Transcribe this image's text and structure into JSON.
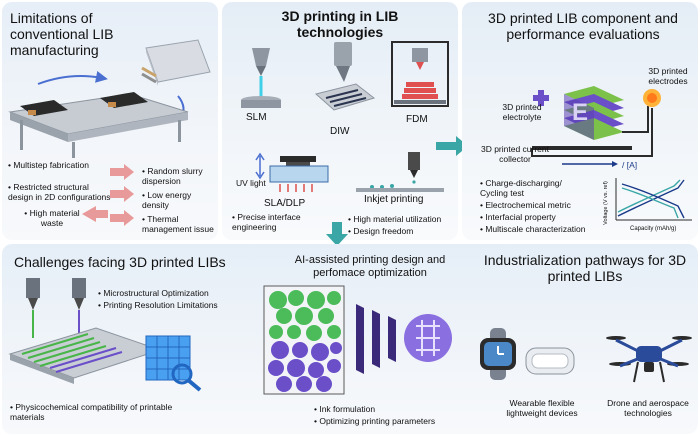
{
  "panels": {
    "limitations": {
      "title": "Limitations of conventional LIB manufacturing",
      "items": [
        "Multistep fabrication",
        "Restricted structural design in 2D configurations",
        "High material waste"
      ],
      "results": [
        "Random slurry dispersion",
        "Low energy density",
        "Thermal management issue"
      ]
    },
    "printing": {
      "title": "3D printing in LIB technologies",
      "methods": [
        "SLM",
        "DIW",
        "FDM",
        "SLA/DLP",
        "Inkjet printing"
      ],
      "uv_label": "UV light",
      "sla_notes": [
        "Precise interface engineering"
      ],
      "inkjet_notes": [
        "High material utilization",
        "Design freedom"
      ]
    },
    "components": {
      "title": "3D printed LIB component and performance evaluations",
      "labels": {
        "electrodes": "3D printed electrodes",
        "electrolyte": "3D printed electrolyte",
        "collector": "3D printed current collector",
        "current": "/ [A]"
      },
      "evaluations": [
        "Charge-discharging/ Cycling test",
        "Electrochemical metric",
        "Interfacial property",
        "Multiscale characterization"
      ],
      "axes": {
        "ylabel": "Voltage (V vs. ref)",
        "xlabel": "Capacity (mAh/g)"
      }
    },
    "challenges": {
      "title": "Challenges facing 3D printed LIBs",
      "items": [
        "Microstructural Optimization",
        "Printing Resolution Limitations"
      ],
      "bottom": "Physicochemical compatibility of printable materials"
    },
    "ai": {
      "title": "AI-assisted printing design and perfomace optimization",
      "items": [
        "Ink formulation",
        "Optimizing printing parameters"
      ]
    },
    "industry": {
      "title": "Industrialization pathways for 3D printed LIBs",
      "wearable": "Wearable flexible lightweight devices",
      "drone": "Drone and aerospace technologies"
    }
  },
  "colors": {
    "accent_blue": "#2b6cb0",
    "arrow_red": "#e07a7a",
    "arrow_teal": "#3aa6a6",
    "electrode_purple": "#6a4fc9",
    "electrode_green": "#7cc14a"
  }
}
